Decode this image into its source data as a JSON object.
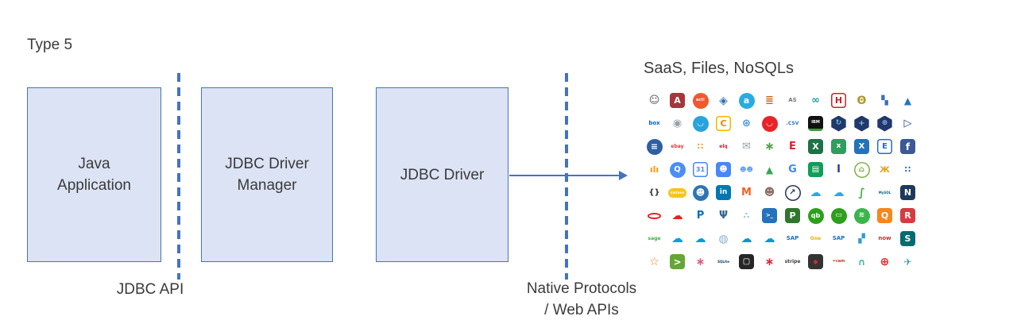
{
  "colors": {
    "accent": "#4472c4",
    "box_fill": "#dbe3f4",
    "text": "#3b3b3b"
  },
  "labels": {
    "type5": "Type 5",
    "jdbc_api": "JDBC API",
    "native_protocols": "Native Protocols\n/ Web APIs"
  },
  "boxes": {
    "java_app": "Java Application",
    "driver_manager": "JDBC Driver Manager",
    "driver": "JDBC Driver"
  },
  "logo_grid": {
    "title": "SaaS, Files, NoSQLs",
    "logos": [
      {
        "name": "robot",
        "glyph": "☺",
        "fg": "#55565a",
        "fs": 13
      },
      {
        "name": "ms-access",
        "shape": "square",
        "bg": "#a4373a",
        "fg": "#ffffff",
        "glyph": "A",
        "fs": 11
      },
      {
        "name": "act",
        "shape": "circle",
        "bg": "#f0592b",
        "fg": "#ffffff",
        "glyph": "act!",
        "fs": 5
      },
      {
        "name": "dynamodb-diamond",
        "glyph": "◈",
        "fg": "#2e73b8",
        "fs": 14
      },
      {
        "name": "a-bubble",
        "shape": "circle",
        "bg": "#29abe2",
        "fg": "#ffffff",
        "glyph": "a",
        "fs": 11
      },
      {
        "name": "redshift-stack",
        "glyph": "≣",
        "fg": "#c96a2a",
        "fs": 13
      },
      {
        "name": "sql-analysis-services",
        "glyph": "AS",
        "fg": "#77787b",
        "fs": 7
      },
      {
        "name": "alteryx-loops",
        "glyph": "∞",
        "fg": "#1b9aa0",
        "fs": 13
      },
      {
        "name": "red-h",
        "shape": "square",
        "bg": "#ffffff",
        "bd": "#cc2229",
        "fg": "#cc2229",
        "glyph": "H",
        "fs": 11
      },
      {
        "name": "yellow-roundel",
        "glyph": "Θ",
        "fg": "#a89b2d",
        "fs": 14
      },
      {
        "name": "blue-tiles",
        "glyph": "▚",
        "fg": "#3a6fb8",
        "fs": 11
      },
      {
        "name": "azure",
        "glyph": "▲",
        "fg": "#2076bc",
        "fs": 12
      },
      {
        "name": "box",
        "glyph": "box",
        "fg": "#0061d5",
        "fs": 7
      },
      {
        "name": "cassandra-eye",
        "glyph": "◉",
        "fg": "#9aa0a6",
        "fs": 13
      },
      {
        "name": "blue-wave-circle",
        "shape": "circle",
        "bg": "#29a3dc",
        "fg": "#ffffff",
        "glyph": "◡",
        "fs": 10
      },
      {
        "name": "yellow-c",
        "shape": "square",
        "bg": "#ffffff",
        "bd": "#f5b700",
        "fg": "#f08300",
        "glyph": "C",
        "fs": 11
      },
      {
        "name": "planet",
        "glyph": "⊛",
        "fg": "#4a90d9",
        "fs": 13
      },
      {
        "name": "couchbase",
        "shape": "circle",
        "bg": "#ea2328",
        "fg": "#ffffff",
        "glyph": "◡",
        "fs": 10
      },
      {
        "name": "csv-file",
        "glyph": ".CSV",
        "fg": "#2e75b6",
        "fs": 6
      },
      {
        "name": "ibm-db2",
        "shape": "square",
        "bg": "#111111",
        "fg": "#ffffff",
        "glyph": "IBM",
        "fs": 5,
        "bb": "3px solid #3f9c35"
      },
      {
        "name": "hexagon-db-1",
        "shape": "hex",
        "bg": "#20386b",
        "fg": "#69c6d0",
        "glyph": "↻",
        "fs": 9
      },
      {
        "name": "hexagon-db-2",
        "shape": "hex",
        "bg": "#20386b",
        "fg": "#8fb3e8",
        "glyph": "+",
        "fs": 10
      },
      {
        "name": "hexagon-db-3",
        "shape": "hex",
        "bg": "#20386b",
        "fg": "#8fb3e8",
        "glyph": "⊕",
        "fs": 9
      },
      {
        "name": "dynamics-play",
        "glyph": "▷",
        "fg": "#1e3f8f",
        "fs": 13
      },
      {
        "name": "database-stack",
        "shape": "circle",
        "bg": "#2e5fa3",
        "fg": "#ffffff",
        "glyph": "≡",
        "fs": 11
      },
      {
        "name": "ebay",
        "glyph": "ebay",
        "fg": "#e53238",
        "fs": 6
      },
      {
        "name": "color-bubbles",
        "glyph": "∷",
        "fg": "#f2a33c",
        "fs": 11
      },
      {
        "name": "eloqua",
        "glyph": "elq",
        "fg": "#c31e39",
        "fs": 6
      },
      {
        "name": "email-envelope",
        "glyph": "✉",
        "fg": "#9aa0a6",
        "fs": 13
      },
      {
        "name": "green-asterisk",
        "glyph": "∗",
        "fg": "#52a046",
        "fs": 15
      },
      {
        "name": "epicor-e",
        "glyph": "E",
        "fg": "#e11d2e",
        "fs": 13
      },
      {
        "name": "excel",
        "shape": "square",
        "bg": "#1f7246",
        "fg": "#ffffff",
        "glyph": "X",
        "fs": 11
      },
      {
        "name": "excel-online",
        "shape": "square",
        "bg": "#2f9e5f",
        "fg": "#ffffff",
        "glyph": "x",
        "fs": 9
      },
      {
        "name": "exchange",
        "shape": "square",
        "bg": "#2372ba",
        "fg": "#ffffff",
        "glyph": "X",
        "fs": 10
      },
      {
        "name": "exchange-online",
        "shape": "square",
        "bg": "#ffffff",
        "bd": "#2372ba",
        "fg": "#2372ba",
        "glyph": "E",
        "fs": 10
      },
      {
        "name": "facebook",
        "shape": "square",
        "bg": "#3b5998",
        "fg": "#ffffff",
        "glyph": "f",
        "fs": 12
      },
      {
        "name": "google-analytics",
        "glyph": "ılı",
        "fg": "#f79b00",
        "fs": 11
      },
      {
        "name": "bigquery",
        "shape": "circle",
        "bg": "#4c8df6",
        "fg": "#ffffff",
        "glyph": "Q",
        "fs": 10
      },
      {
        "name": "google-calendar",
        "shape": "square",
        "bg": "#ffffff",
        "bd": "#4788f4",
        "fg": "#4788f4",
        "glyph": "31",
        "fs": 8
      },
      {
        "name": "google-contacts",
        "shape": "square",
        "bg": "#4788f4",
        "fg": "#ffffff",
        "glyph": "☻",
        "fs": 10
      },
      {
        "name": "google-directory",
        "glyph": "☻☻",
        "fg": "#5d9cec",
        "fs": 8
      },
      {
        "name": "google-drive",
        "glyph": "▲",
        "fg": "#34a853",
        "fs": 12
      },
      {
        "name": "google-g",
        "glyph": "G",
        "fg": "#4285f4",
        "fs": 13
      },
      {
        "name": "google-sheets",
        "shape": "square",
        "bg": "#0f9d58",
        "fg": "#ffffff",
        "glyph": "▤",
        "fs": 10
      },
      {
        "name": "navy-i",
        "glyph": "I",
        "fg": "#2b3990",
        "fs": 13
      },
      {
        "name": "greenhouse-circle",
        "shape": "circle",
        "bg": "#ffffff",
        "bd": "#7cb342",
        "fg": "#7cb342",
        "glyph": "⌂",
        "fs": 10
      },
      {
        "name": "hive-bee",
        "glyph": "ж",
        "fg": "#e0a92e",
        "fs": 13
      },
      {
        "name": "diagonal-dots",
        "glyph": "∷",
        "fg": "#2d6db5",
        "fs": 11
      },
      {
        "name": "json",
        "glyph": "{}",
        "fg": "#333333",
        "fs": 10
      },
      {
        "name": "kintone",
        "shape": "pill",
        "bg": "#f5c518",
        "fg": "#ffffff",
        "glyph": "kintone",
        "fs": 4
      },
      {
        "name": "ldap-person",
        "shape": "circle",
        "bg": "#2e75b6",
        "fg": "#ffffff",
        "glyph": "☻",
        "fs": 11
      },
      {
        "name": "linkedin",
        "shape": "square",
        "bg": "#0077b5",
        "fg": "#ffffff",
        "glyph": "in",
        "fs": 9
      },
      {
        "name": "magento",
        "glyph": "M",
        "fg": "#f26322",
        "fs": 13
      },
      {
        "name": "mailchimp-monkey",
        "glyph": "☻",
        "fg": "#8d6e63",
        "fs": 13
      },
      {
        "name": "marketo-chart",
        "shape": "circle",
        "bg": "#ffffff",
        "bd": "#24355c",
        "fg": "#24355c",
        "glyph": "↗",
        "fs": 10
      },
      {
        "name": "ms-invoice-cloud",
        "glyph": "☁",
        "fg": "#28a8ea",
        "fs": 14
      },
      {
        "name": "ms-expense-cloud",
        "glyph": "☁",
        "fg": "#28a8ea",
        "fs": 14
      },
      {
        "name": "mongodb-leaf",
        "glyph": "∫",
        "fg": "#4caf50",
        "fs": 14
      },
      {
        "name": "mysql",
        "glyph": "MySQL",
        "fg": "#00618a",
        "fs": 4
      },
      {
        "name": "netsuite",
        "shape": "square",
        "bg": "#1c3a5e",
        "fg": "#ffffff",
        "glyph": "N",
        "fs": 11
      },
      {
        "name": "oracle-oval",
        "shape": "oval",
        "fg": "#e81e25",
        "glyph": ""
      },
      {
        "name": "red-cloud",
        "glyph": "☁",
        "fg": "#e2231a",
        "fs": 14
      },
      {
        "name": "paypal",
        "glyph": "P",
        "fg": "#0070ba",
        "fs": 13
      },
      {
        "name": "postgresql",
        "glyph": "Ψ",
        "fg": "#336791",
        "fs": 13
      },
      {
        "name": "presto-dots",
        "glyph": "∴",
        "fg": "#9ac0e0",
        "fs": 11
      },
      {
        "name": "powershell",
        "shape": "square",
        "bg": "#2671be",
        "fg": "#ffffff",
        "glyph": ">_",
        "fs": 7
      },
      {
        "name": "ms-project",
        "shape": "square",
        "bg": "#31752f",
        "fg": "#ffffff",
        "glyph": "P",
        "fs": 11
      },
      {
        "name": "quickbooks",
        "shape": "circle",
        "bg": "#2ca01c",
        "fg": "#ffffff",
        "glyph": "qb",
        "fs": 8
      },
      {
        "name": "quickbooks-pos",
        "shape": "circle",
        "bg": "#2ca01c",
        "fg": "#ffffff",
        "glyph": "▭",
        "fs": 9
      },
      {
        "name": "green-stripes-circle",
        "shape": "circle",
        "bg": "#3bb54a",
        "fg": "#ffffff",
        "glyph": "≋",
        "fs": 9
      },
      {
        "name": "quickbase",
        "shape": "square",
        "bg": "#f6861f",
        "fg": "#ffffff",
        "glyph": "Q",
        "fs": 11
      },
      {
        "name": "r-tile",
        "shape": "square",
        "bg": "#d93a3f",
        "fg": "#ffffff",
        "glyph": "R",
        "fs": 11
      },
      {
        "name": "sage",
        "glyph": "sage",
        "fg": "#3bb143",
        "fs": 6
      },
      {
        "name": "salesforce",
        "glyph": "☁",
        "fg": "#00a1e0",
        "fs": 15
      },
      {
        "name": "salesforce-chatter",
        "glyph": "☁",
        "fg": "#009ddc",
        "fs": 14
      },
      {
        "name": "sketch-globe",
        "glyph": "◍",
        "fg": "#8fb0d4",
        "fs": 14
      },
      {
        "name": "salesforce-marketing-cloud",
        "glyph": "☁",
        "fg": "#0398d2",
        "fs": 14
      },
      {
        "name": "salesforce-service-cloud",
        "glyph": "☁",
        "fg": "#0398d2",
        "fs": 14
      },
      {
        "name": "sap",
        "glyph": "SAP",
        "fg": "#1870c5",
        "fs": 7
      },
      {
        "name": "sap-business-one",
        "glyph": "One",
        "fg": "#f0ab00",
        "fs": 6
      },
      {
        "name": "sap-erp",
        "glyph": "SAP",
        "fg": "#1870c5",
        "fs": 7
      },
      {
        "name": "blue-mosaic",
        "glyph": "▞",
        "fg": "#2e9bd6",
        "fs": 11
      },
      {
        "name": "servicenow",
        "glyph": "now",
        "fg": "#b5352e",
        "fs": 7
      },
      {
        "name": "sharepoint",
        "shape": "square",
        "bg": "#036c70",
        "fg": "#ffffff",
        "glyph": "S",
        "fs": 11
      },
      {
        "name": "spark-star",
        "glyph": "☆",
        "fg": "#ee7b2f",
        "fs": 14
      },
      {
        "name": "splunk",
        "shape": "square",
        "bg": "#65a637",
        "fg": "#ffffff",
        "glyph": ">",
        "fs": 12
      },
      {
        "name": "pink-burst",
        "glyph": "∗",
        "fg": "#e05a7a",
        "fs": 14
      },
      {
        "name": "sqlite",
        "glyph": "SQLite",
        "fg": "#003b57",
        "fs": 4
      },
      {
        "name": "square-pay",
        "shape": "square",
        "bg": "#262626",
        "fg": "#ffffff",
        "glyph": "▢",
        "fs": 10
      },
      {
        "name": "red-burst",
        "glyph": "∗",
        "fg": "#cf2e3e",
        "fs": 14
      },
      {
        "name": "stripe",
        "glyph": "stripe",
        "fg": "#3c3c3c",
        "fs": 6
      },
      {
        "name": "dark-cube",
        "shape": "square",
        "bg": "#333333",
        "fg": "#d22c2c",
        "glyph": "◆",
        "fs": 8
      },
      {
        "name": "cam",
        "glyph": "=cam",
        "fg": "#c0392b",
        "fs": 5
      },
      {
        "name": "green-arches",
        "glyph": "∩",
        "fg": "#4db6ac",
        "fs": 12
      },
      {
        "name": "twilio",
        "glyph": "⊕",
        "fg": "#e31e26",
        "fs": 14
      },
      {
        "name": "twitter",
        "glyph": "✈",
        "fg": "#1da1f2",
        "fs": 12
      }
    ]
  }
}
